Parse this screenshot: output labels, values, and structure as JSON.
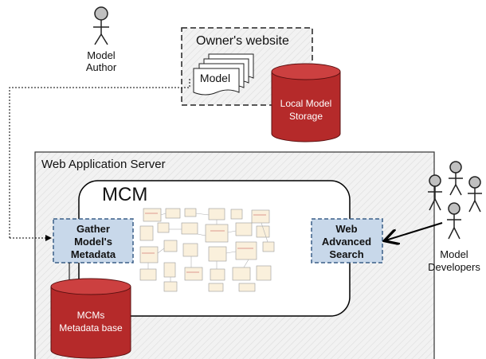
{
  "actors": {
    "model_author": {
      "line1": "Model",
      "line2": "Author"
    },
    "model_developers": {
      "line1": "Model",
      "line2": "Developers"
    }
  },
  "owners_website": {
    "title": "Owner's website",
    "model_doc": "Model",
    "local_storage": {
      "line1": "Local Model",
      "line2": "Storage"
    }
  },
  "web_server": {
    "title": "Web Application Server",
    "mcm_title": "MCM",
    "gather": {
      "line1": "Gather",
      "line2": "Model's",
      "line3": "Metadata"
    },
    "search": {
      "line1": "Web",
      "line2": "Advanced",
      "line3": "Search"
    },
    "metadata_base": {
      "line1": "MCMs",
      "line2": "Metadata base"
    }
  },
  "colors": {
    "cylinder": "#b52a2a",
    "cylinder_top": "#cc4040",
    "process_box": "#c8d8ea",
    "actor_fill": "#c0c0c0",
    "panel_fill": "#f0f0f0"
  },
  "icons": [
    "person-icon",
    "document-stack-icon",
    "database-icon",
    "uml-thumbnail-icon"
  ]
}
